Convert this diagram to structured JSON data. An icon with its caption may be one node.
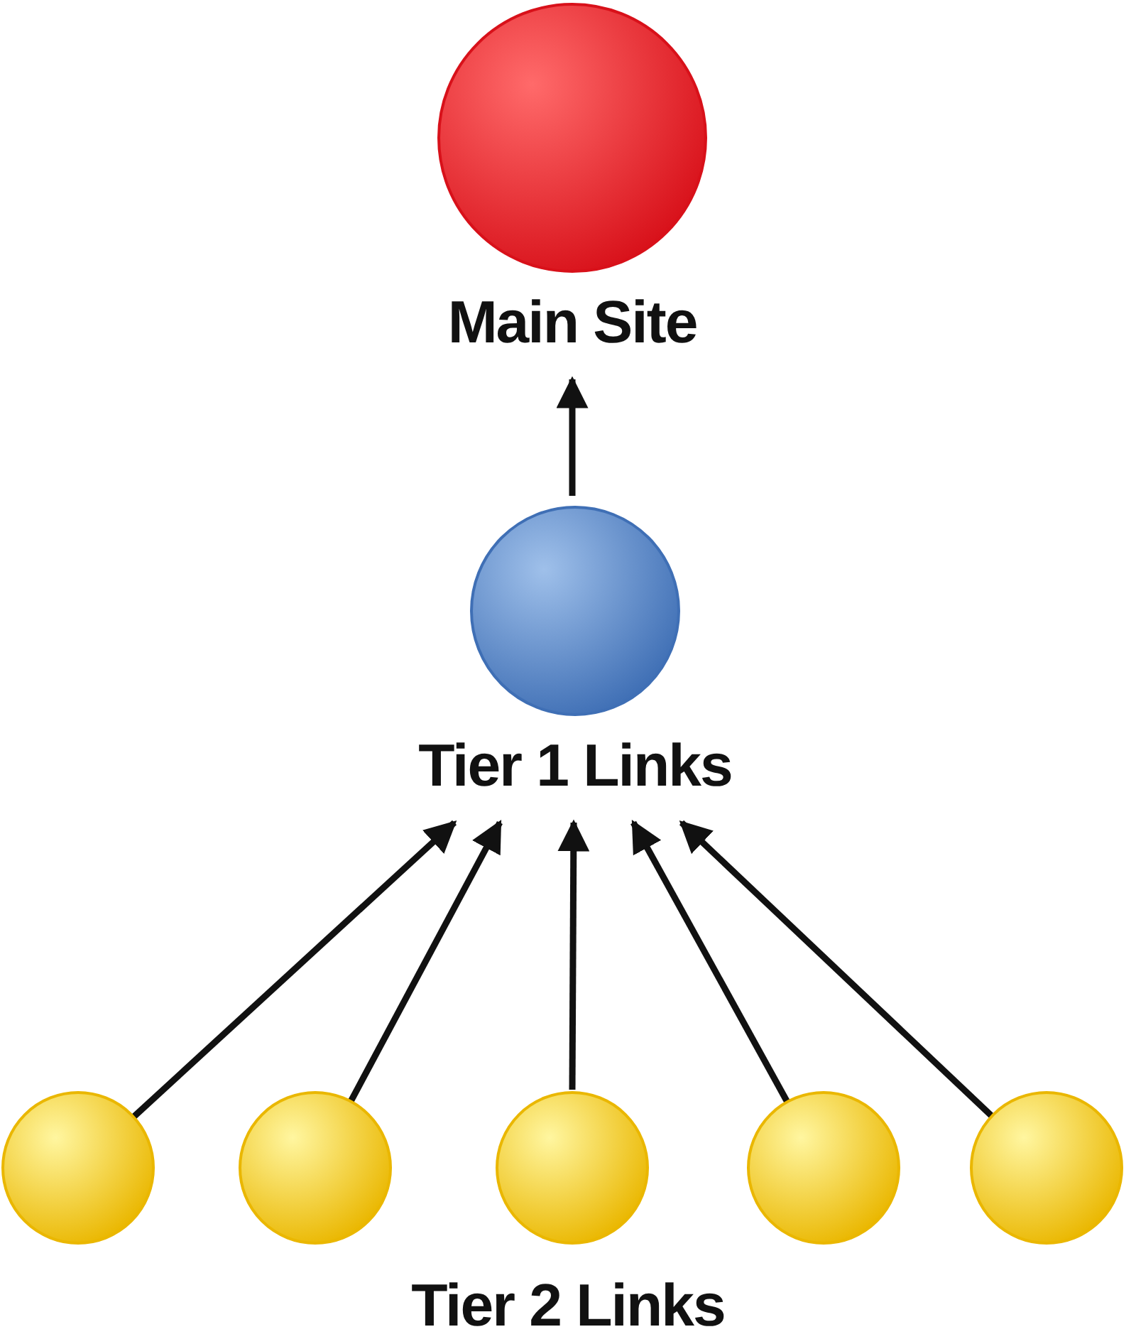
{
  "diagram": {
    "nodes": [
      {
        "text": [
          "Main Site"
        ]
      },
      {
        "text": [
          "Tier 1 Links"
        ]
      },
      {
        "text": [],
        "shape": "circle"
      },
      {
        "text": [],
        "shape": "circle"
      },
      {
        "text": [],
        "shape": "circle"
      },
      {
        "text": [],
        "shape": "circle"
      },
      {
        "text": [],
        "shape": "circle"
      }
    ],
    "edges": [
      {
        "from": 1,
        "to": 0,
        "arrow": "to"
      },
      {
        "from": 2,
        "to": 1,
        "arrow": "to"
      },
      {
        "from": 3,
        "to": 1,
        "arrow": "to"
      },
      {
        "from": 4,
        "to": 1,
        "arrow": "to"
      },
      {
        "from": 5,
        "to": 1,
        "arrow": "to"
      },
      {
        "from": 6,
        "to": 1,
        "arrow": "to"
      }
    ],
    "labels": [
      "Tier 2 Links"
    ]
  }
}
